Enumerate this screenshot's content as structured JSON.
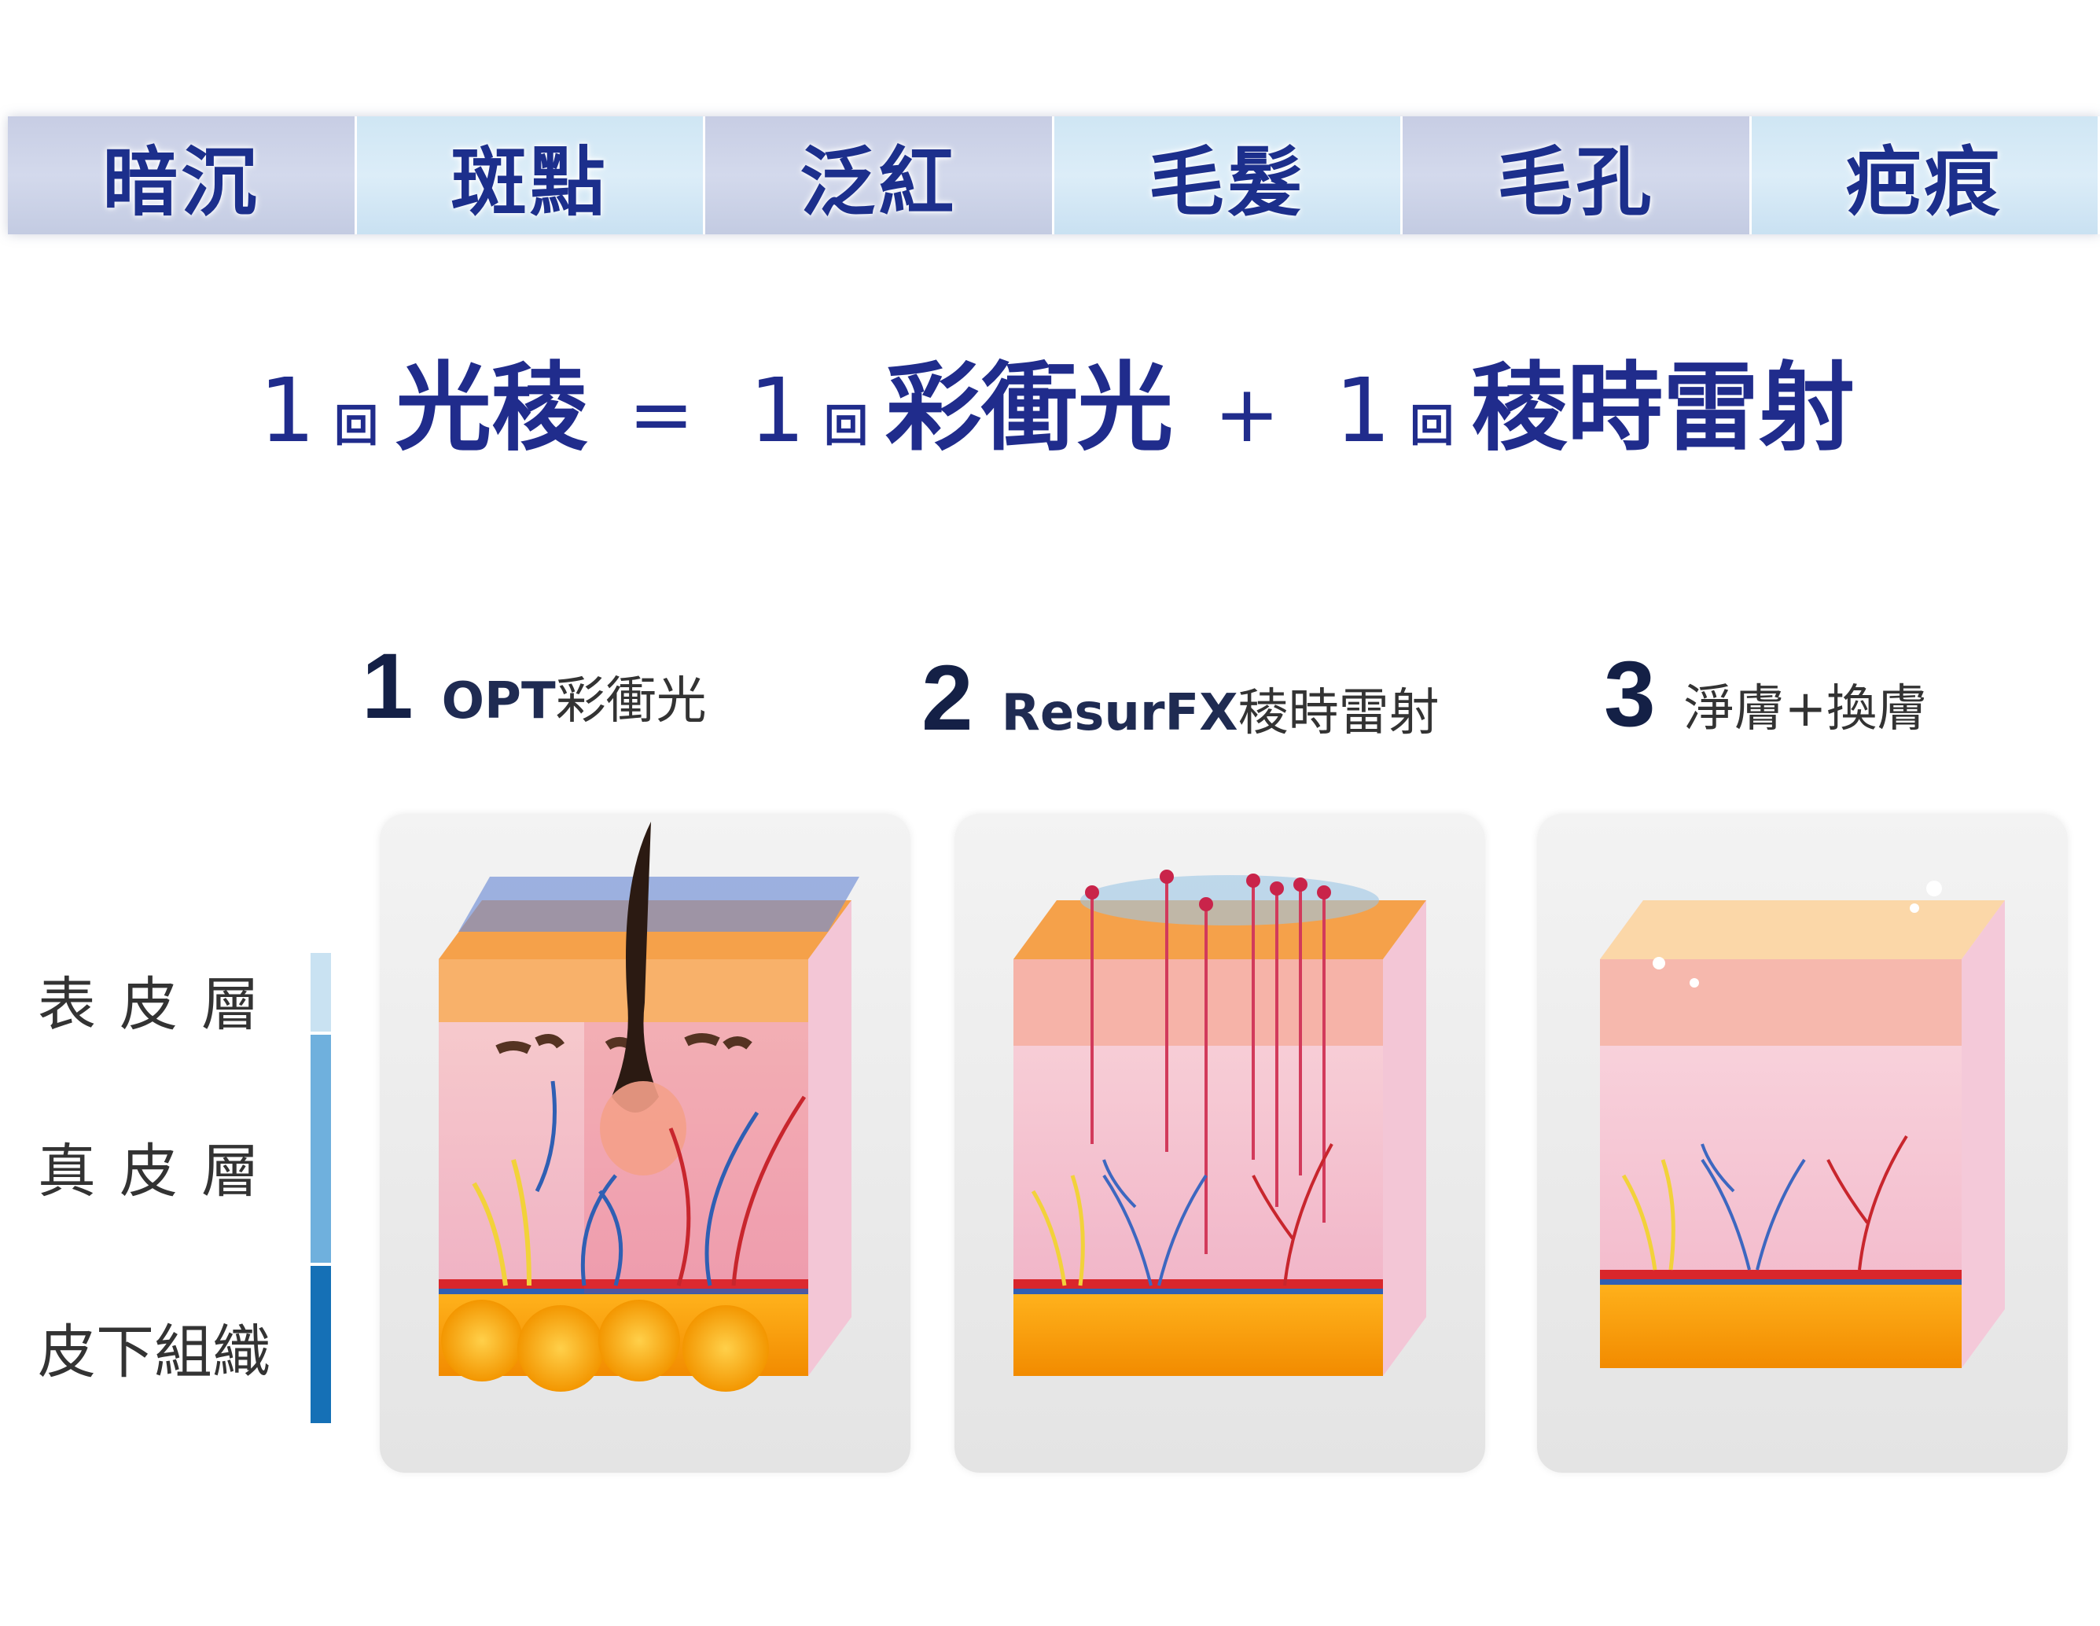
{
  "tabs": [
    "暗沉",
    "斑點",
    "泛紅",
    "毛髮",
    "毛孔",
    "疤痕"
  ],
  "formula": {
    "n1": "1",
    "u1": "回",
    "t1": "光稜",
    "eq": "=",
    "n2": "1",
    "u2": "回",
    "t2": "彩衝光",
    "plus": "+",
    "n3": "1",
    "u3": "回",
    "t3": "稜時雷射"
  },
  "steps": [
    {
      "num": "1",
      "latin": "OPT",
      "label": "彩衝光"
    },
    {
      "num": "2",
      "latin": "ResurFX",
      "label": "稜時雷射"
    },
    {
      "num": "3",
      "latin": "",
      "label": "淨膚+換膚"
    }
  ],
  "layers": [
    "表皮層",
    "真皮層",
    "皮下組織"
  ],
  "colors": {
    "title": "#1c2f8c",
    "bar_light": "#c9e2f2",
    "bar_mid": "#6fb0dd",
    "bar_dark": "#1570b6"
  }
}
